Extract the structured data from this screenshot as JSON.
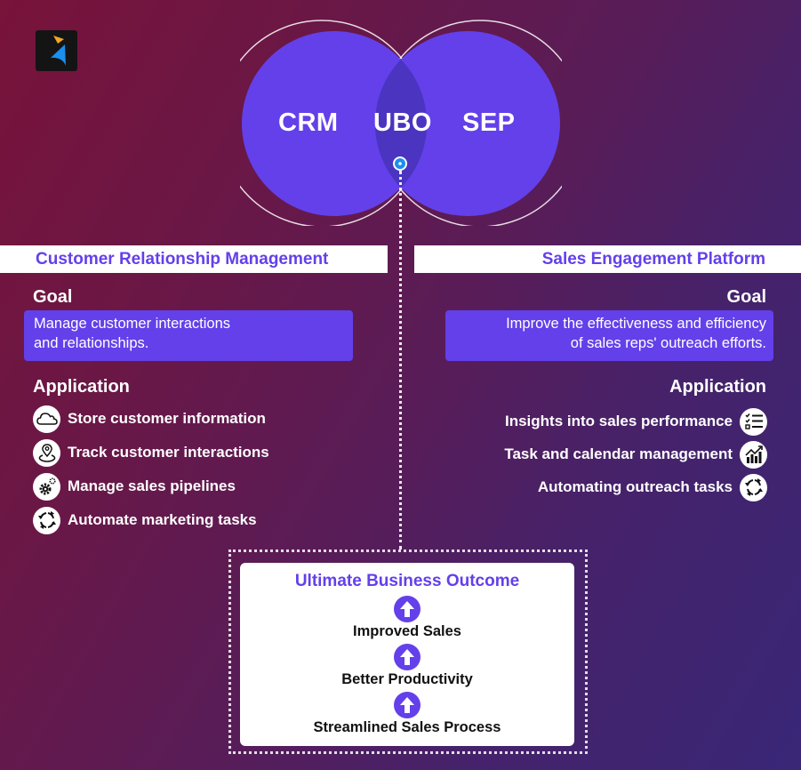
{
  "logo": {
    "icon": "brand-arrow-logo",
    "colors": {
      "bg": "#141414",
      "accent1": "#f5a623",
      "accent2": "#1a8ff0"
    }
  },
  "venn": {
    "left_label": "CRM",
    "center_label": "UBO",
    "right_label": "SEP",
    "colors": {
      "circle": "#6340ea",
      "overlap": "#4a34c0",
      "marker": "#1a8ff0"
    }
  },
  "crm": {
    "title": "Customer Relationship Management",
    "goal_heading": "Goal",
    "goal_text_line1": "Manage customer interactions",
    "goal_text_line2": "and relationships.",
    "application_heading": "Application",
    "applications": [
      {
        "label": "Store customer information",
        "icon": "cloud-icon"
      },
      {
        "label": "Track customer interactions",
        "icon": "location-pin-icon"
      },
      {
        "label": "Manage sales pipelines",
        "icon": "gears-icon"
      },
      {
        "label": "Automate marketing tasks",
        "icon": "cycle-arrows-icon"
      }
    ]
  },
  "sep": {
    "title": "Sales Engagement Platform",
    "goal_heading": "Goal",
    "goal_text_line1": "Improve the effectiveness and efficiency",
    "goal_text_line2": "of sales reps' outreach efforts.",
    "application_heading": "Application",
    "applications": [
      {
        "label": "Insights into sales performance",
        "icon": "checklist-icon"
      },
      {
        "label": "Task and calendar management",
        "icon": "bar-chart-trend-icon"
      },
      {
        "label": "Automating outreach tasks",
        "icon": "cycle-arrows-icon"
      }
    ]
  },
  "outcome": {
    "title": "Ultimate Business Outcome",
    "items": [
      "Improved Sales",
      "Better Productivity",
      "Streamlined Sales Process"
    ]
  }
}
